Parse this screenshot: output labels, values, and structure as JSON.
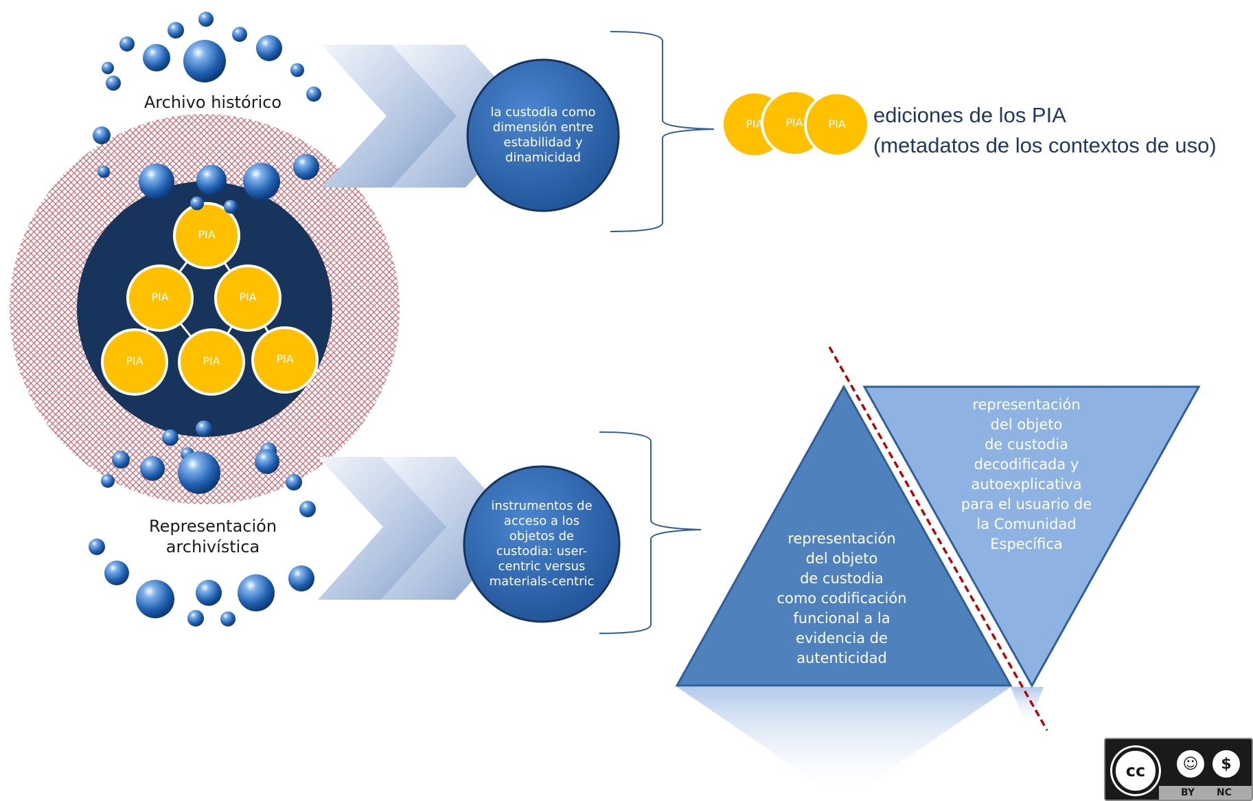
{
  "colors": {
    "navy": "#17355c",
    "gold": "#ffc000",
    "blue_dark": "#2e5f9b",
    "blue_mid": "#4f81bd",
    "blue_light": "#8eb3e3",
    "mesh_red": "#c0303a",
    "dashed_red": "#c00000",
    "text_dark": "#1f3864"
  },
  "node_label": "PIA",
  "captions": {
    "archivo": "Archivo histórico",
    "representacion_line1": "Representación",
    "representacion_line2": "archivística"
  },
  "circles": {
    "custodia": [
      "la custodia como",
      "dimensión entre",
      "estabilidad y",
      "dinamicidad"
    ],
    "instrumentos": [
      "instrumentos  de",
      "acceso a los",
      "objetos de",
      "custodia: user-",
      "centric versus",
      "materials-centric"
    ]
  },
  "ediciones": {
    "line1": "ediciones de los PIA",
    "line2": "(metadatos de los contextos de uso)"
  },
  "triangle_up": [
    "representación",
    "del objeto",
    "de custodia",
    "como codificación",
    "funcional a la",
    "evidencia de",
    "autenticidad"
  ],
  "triangle_down": [
    "representación",
    "del objeto",
    "de custodia",
    "decodificada y",
    "autoexplicativa",
    "para el usuario de",
    "la Comunidad",
    "Específica"
  ],
  "license": {
    "icon": "creative-commons-by-nc-icon",
    "cc": "cc",
    "by": "BY",
    "nc": "NC"
  }
}
